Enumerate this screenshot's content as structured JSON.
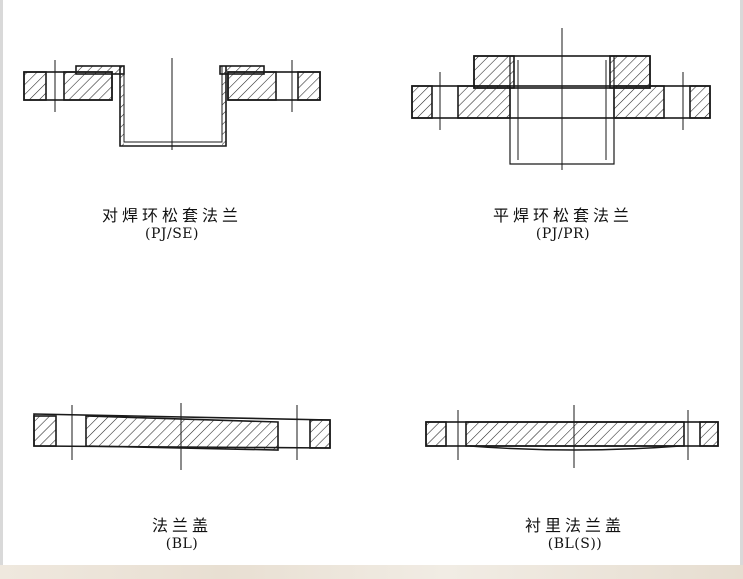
{
  "figures": [
    {
      "name": "对焊环松套法兰",
      "code": "(PJ/SE)"
    },
    {
      "name": "平焊环松套法兰",
      "code": "(PJ/PR)"
    },
    {
      "name": "法兰盖",
      "code": "(BL)"
    },
    {
      "name": "衬里法兰盖",
      "code": "(BL(S))"
    }
  ],
  "colors": {
    "line": "#1a1a1a",
    "background": "#ffffff",
    "hatch": "#222222"
  }
}
